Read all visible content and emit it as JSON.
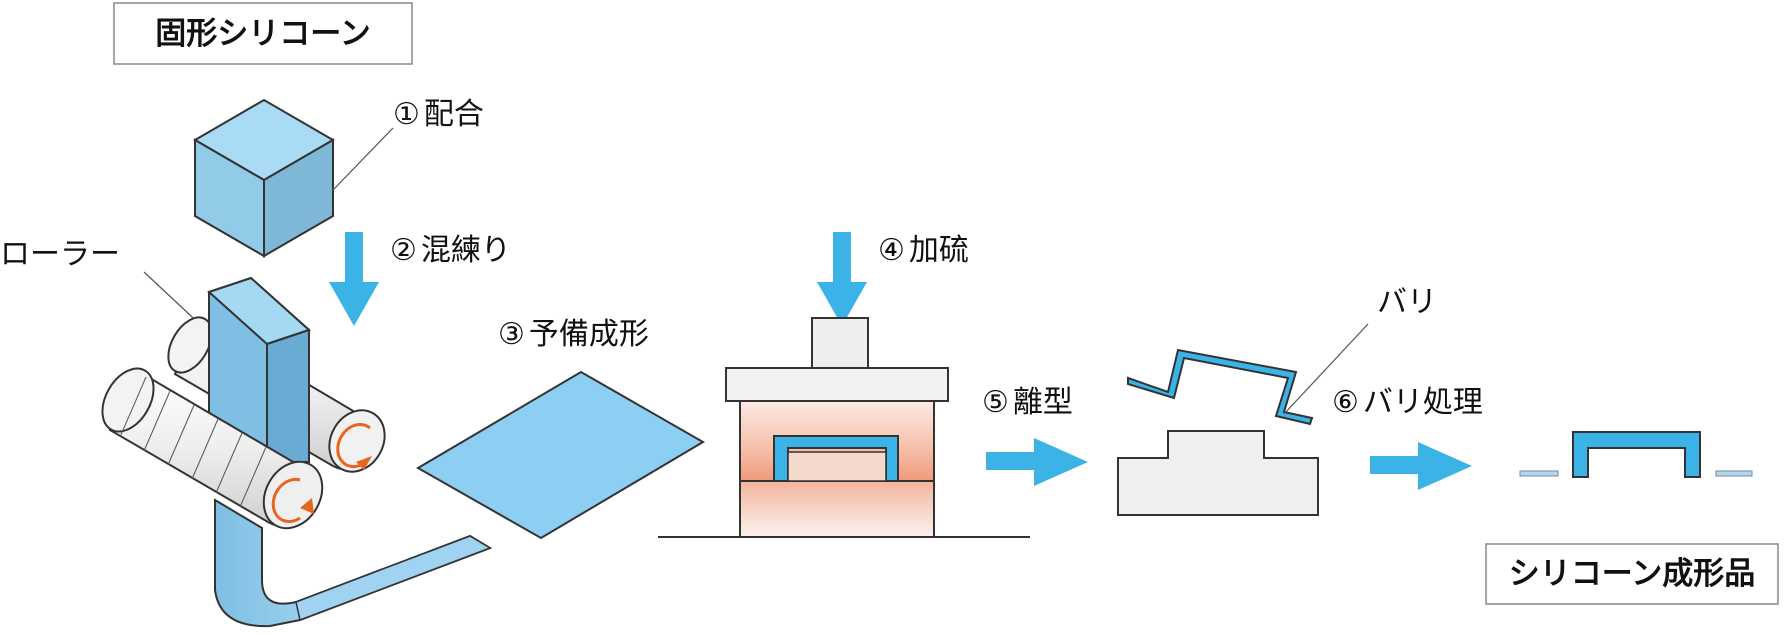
{
  "title_box": "固形シリコーン",
  "product_box": "シリコーン成形品",
  "labels": {
    "roller": "ローラー",
    "burr": "バリ"
  },
  "steps": [
    {
      "num": "①",
      "text": "配合"
    },
    {
      "num": "②",
      "text": "混練り"
    },
    {
      "num": "③",
      "text": "予備成形"
    },
    {
      "num": "④",
      "text": "加硫"
    },
    {
      "num": "⑤",
      "text": "離型"
    },
    {
      "num": "⑥",
      "text": "バリ処理"
    }
  ],
  "colors": {
    "arrow": "#3bb3e6",
    "silicone": "#8dcff3",
    "silicone_dark": "#5aa9d6",
    "cube_top": "#a9dcf4",
    "cube_left": "#92cbe8",
    "cube_right": "#7fb8d6",
    "heat": "#f2a58a",
    "mold": "#efefef",
    "accent_orange": "#e8651d"
  }
}
